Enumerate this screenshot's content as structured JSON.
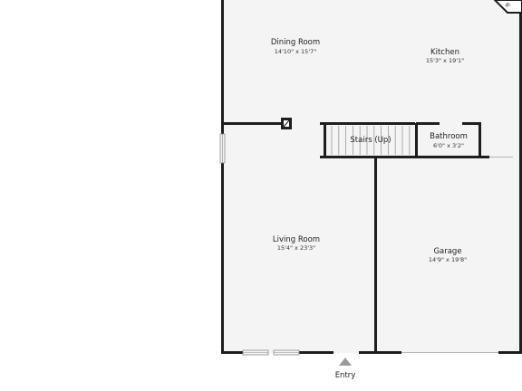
{
  "rooms": {
    "dining": {
      "name": "Dining Room",
      "dims": "14'10\" x 15'7\""
    },
    "kitchen": {
      "name": "Kitchen",
      "dims": "15'3\" x 19'1\""
    },
    "stairs": {
      "name": "Stairs (Up)"
    },
    "bathroom": {
      "name": "Bathroom",
      "dims": "6'0\" x 3'2\""
    },
    "living": {
      "name": "Living Room",
      "dims": "15'4\" x 23'3\""
    },
    "garage": {
      "name": "Garage",
      "dims": "14'9\" x 19'8\""
    }
  },
  "entry": {
    "label": "Entry"
  },
  "corner_mark": {
    "label": "8'"
  },
  "colors": {
    "floor": "#f4f4f4",
    "wall": "#1e1e1e",
    "arrow": "#9a9a9a"
  }
}
